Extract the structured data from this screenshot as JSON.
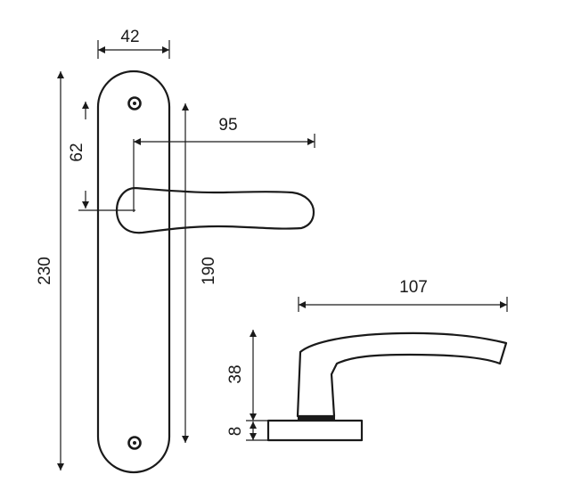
{
  "dimensions": {
    "plate_width": "42",
    "handle_projection": "95",
    "screw_to_spindle": "62",
    "plate_height": "230",
    "screw_spacing": "190",
    "handle_length": "107",
    "handle_height": "38",
    "rose_thickness": "8"
  },
  "colors": {
    "stroke": "#1a1a1a",
    "background": "#ffffff"
  }
}
